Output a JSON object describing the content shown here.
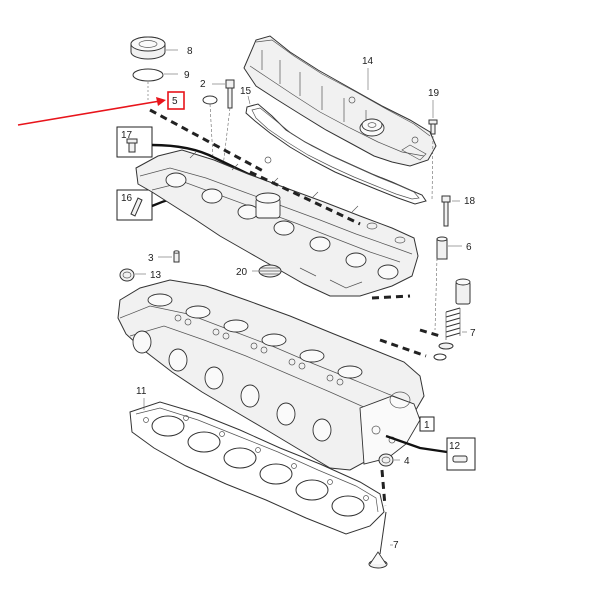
{
  "callouts": {
    "c1": "1",
    "c2": "2",
    "c3": "3",
    "c4": "4",
    "c5": "5",
    "c6": "6",
    "c7a": "7",
    "c7b": "7",
    "c8": "8",
    "c9": "9",
    "c11": "11",
    "c12": "12",
    "c13": "13",
    "c14": "14",
    "c15": "15",
    "c16": "16",
    "c17": "17",
    "c18": "18",
    "c19": "19",
    "c20": "20"
  },
  "colors": {
    "highlight": "#e8141b",
    "line": "#333333"
  },
  "icons": {
    "pointer": "red-arrow-pointer"
  }
}
